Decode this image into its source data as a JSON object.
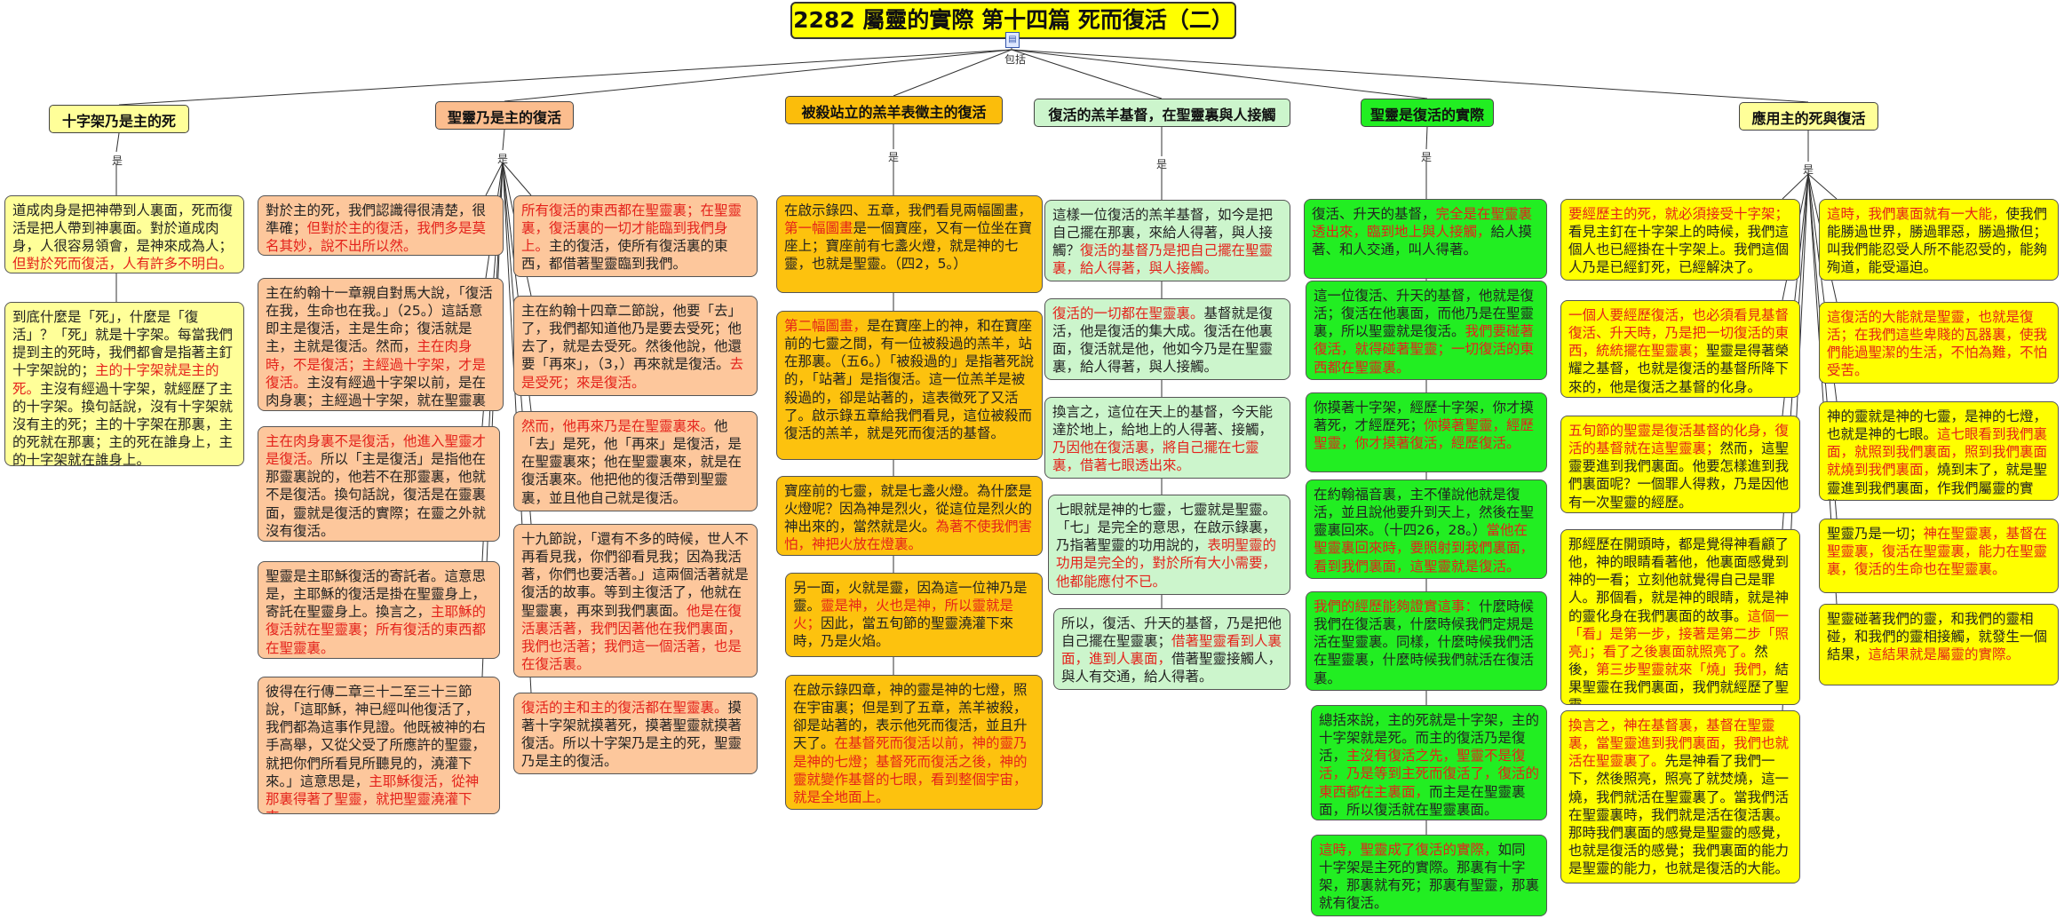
{
  "title": "2282 屬靈的實際 第十四篇  死而復活（二）",
  "root_relation": "包括",
  "branch_relation": "是",
  "branches": [
    {
      "header": "十字架乃是主的死",
      "boxes": [
        [
          {
            "t": "道成肉身是把神帶到人裏面，死而復活是把人帶到神裏面。對於道成肉身，人很容易領會，是神來成為人；"
          },
          {
            "t": "但對於死而復活，人有許多不明白。",
            "r": true
          }
        ],
        [
          {
            "t": "到底什麼是「死」，什麼是「復活」？「死」就是十字架。每當我們提到主的死時，我們都會是指著主釘十字架說的；"
          },
          {
            "t": "主的十字架就是主的死。",
            "r": true
          },
          {
            "t": "主沒有經過十字架，就經歷了主的十字架。換句話說，沒有十字架就沒有主的死；主的十字架在那裏，主的死就在那裏；主的死在誰身上，主的十字架就在誰身上。"
          }
        ]
      ]
    },
    {
      "header": "聖靈乃是主的復活",
      "boxes": [
        [
          {
            "t": "對於主的死，我們認識得很清楚，很準確；"
          },
          {
            "t": "但對於主的復活，我們多是莫名其妙，說不出所以然。",
            "r": true
          }
        ],
        [
          {
            "t": "主在約翰十一章親自對馬大說，「復活在我，生命也在我。」（25。）這話意即主是復活，主是生命；復活就是主，主就是復活。然而，"
          },
          {
            "t": "主在肉身時，不是復活；主經過十字架，才是復活。",
            "r": true
          },
          {
            "t": "主沒有經過十字架以前，是在肉身裏；主經過十字架，就在聖靈裏了。"
          }
        ]
      ]
    },
    {
      "header": "被殺站立的羔羊表徵主的復活",
      "boxes": []
    },
    {
      "header": "復活的羔羊基督，在聖靈裏與人接觸",
      "boxes": []
    },
    {
      "header": "聖靈是復活的實際",
      "boxes": []
    },
    {
      "header": "應用主的死與復活",
      "boxes": []
    }
  ],
  "col2b": [
    [
      {
        "t": "主在肉身裏不是復活，他進入聖靈才是復活。",
        "r": true
      },
      {
        "t": "所以「主是復活」是指他在那靈裏說的，他若不在那靈裏，他就不是復活。換句話說，復活是在靈裏面，靈就是復活的實際；在靈之外就沒有復活。"
      }
    ],
    [
      {
        "t": "聖靈是主耶穌復活的寄託者。這意思是，主耶穌的復活是掛在聖靈身上，寄託在聖靈身上。換言之，"
      },
      {
        "t": "主耶穌的復活就在聖靈裏；所有復活的東西都在聖靈裏。",
        "r": true
      }
    ],
    [
      {
        "t": "彼得在行傳二章三十二至三十三節說，「這耶穌，神已經叫他復活了，我們都為這事作見證。他既被神的右手高舉，又從父受了所應許的聖靈，就把你們所看見所聽見的，澆灌下來。」這意思是，"
      },
      {
        "t": "主耶穌復活，從神那裏得著了聖靈，就把聖靈澆灌下來。",
        "r": true
      }
    ]
  ],
  "col3": [
    [
      {
        "t": "所有復活的東西都在聖靈裏；在聖靈裏，復活裏的一切才能臨到我們身上。",
        "r": true
      },
      {
        "t": "主的復活，使所有復活裏的東西，都借著聖靈臨到我們。"
      }
    ],
    [
      {
        "t": "主在約翰十四章二節說，他要「去」了，我們都知道他乃是要去受死；他去了，就是去受死。然後他說，他還要「再來」，（3，）再來就是復活。"
      },
      {
        "t": "去是受死；來是復活。",
        "r": true
      }
    ],
    [
      {
        "t": "然而，他再來乃是在聖靈裏來。",
        "r": true
      },
      {
        "t": "他「去」是死，他「再來」是復活，是在聖靈裏來；他在聖靈裏來，就是在復活裏來。他把他的復活帶到聖靈裏，並且他自己就是復活。"
      }
    ],
    [
      {
        "t": "十九節說，「還有不多的時候，世人不再看見我，你們卻看見我；因為我活著，你們也要活著。」這兩個活著就是復活的故事。等到主復活了，他就在聖靈裏，再來到我們裏面。"
      },
      {
        "t": "他是在復活裏活著，我們因著他在我們裏面，我們也活著；我們這一個活著，也是在復活裏。",
        "r": true
      }
    ],
    [
      {
        "t": "復活的主和主的復活都在聖靈裏。",
        "r": true
      },
      {
        "t": "摸著十字架就摸著死，摸著聖靈就摸著復活。所以十字架乃是主的死，聖靈乃是主的復活。"
      }
    ]
  ],
  "col4": [
    [
      {
        "t": "在啟示錄四、五章，我們看見兩幅圖畫，"
      },
      {
        "t": "第一幅圖畫",
        "r": true
      },
      {
        "t": "是一個寶座，又有一位坐在寶座上；寶座前有七盞火燈，就是神的七靈，也就是聖靈。（四2，5。）"
      }
    ],
    [
      {
        "t": "第二幅圖畫，",
        "r": true
      },
      {
        "t": "是在寶座上的神，和在寶座前的七靈之間，有一位被殺過的羔羊，站在那裏。（五6。）「被殺過的」是指著死說的，「站著」是指復活。這一位羔羊是被殺過的，卻是站著的，這表徵死了又活了。啟示錄五章給我們看見，這位被殺而復活的羔羊，就是死而復活的基督。"
      }
    ],
    [
      {
        "t": "寶座前的七靈，就是七盞火燈。為什麼是火燈呢？因為神是烈火，從這位是烈火的神出來的，當然就是火。"
      },
      {
        "t": "為著不使我們害怕，神把火放在燈裏。",
        "r": true
      }
    ],
    [
      {
        "t": "另一面，火就是靈，因為這一位神乃是靈。"
      },
      {
        "t": "靈是神，火也是神，所以靈就是火；",
        "r": true
      },
      {
        "t": "因此，當五旬節的聖靈澆灌下來時，乃是火焰。"
      }
    ],
    [
      {
        "t": "在啟示錄四章，神的靈是神的七燈，照在宇宙裏；但是到了五章，羔羊被殺，卻是站著的，表示他死而復活，並且升天了。"
      },
      {
        "t": "在基督死而復活以前，神的靈乃是神的七燈；基督死而復活之後，神的靈就變作基督的七眼，看到整個宇宙，就是全地面上。",
        "r": true
      }
    ]
  ],
  "col5": [
    [
      {
        "t": "這樣一位復活的羔羊基督，如今是把自己擺在那裏，來給人得著，與人接觸？"
      },
      {
        "t": "復活的基督乃是把自己擺在聖靈裏，給人得著，與人接觸。",
        "r": true
      }
    ],
    [
      {
        "t": "復活的一切都在聖靈裏。",
        "r": true
      },
      {
        "t": "基督就是復活，他是復活的集大成。復活在他裏面，復活就是他，他如今乃是在聖靈裏，給人得著，與人接觸。"
      }
    ],
    [
      {
        "t": "換言之，這位在天上的基督，今天能達於地上，給地上的人得著、接觸，"
      },
      {
        "t": "乃因他在復活裏，將自己擺在七靈裏，借著七眼透出來。",
        "r": true
      }
    ],
    [
      {
        "t": "七眼就是神的七靈，七靈就是聖靈。「七」是完全的意思，在啟示錄裏，乃指著聖靈的功用說的，"
      },
      {
        "t": "表明聖靈的功用是完全的，對於所有大小需要，他都能應付不已。",
        "r": true
      }
    ],
    [
      {
        "t": "所以，復活、升天的基督，乃是把他自己擺在聖靈裏；"
      },
      {
        "t": "借著聖靈看到人裏面，進到人裏面，",
        "r": true
      },
      {
        "t": "借著聖靈接觸人，與人有交通，給人得著。"
      }
    ]
  ],
  "col6": [
    [
      {
        "t": "復活、升天的基督，"
      },
      {
        "t": "完全是在聖靈裏透出來，臨到地上與人接觸，",
        "r": true
      },
      {
        "t": "給人摸著、和人交通，叫人得著。"
      }
    ],
    [
      {
        "t": "這一位復活、升天的基督，他就是復活；復活在他裏面，而他乃是在聖靈裏，所以聖靈就是復活。"
      },
      {
        "t": "我們要碰著復活，就得碰著聖靈；一切復活的東西都在聖靈裏。",
        "r": true
      }
    ],
    [
      {
        "t": "你摸著十字架，經歷十字架，你才摸著死，才經歷死；"
      },
      {
        "t": "你摸著聖靈，經歷聖靈，你才摸著復活，經歷復活。",
        "r": true
      }
    ],
    [
      {
        "t": "在約翰福音裏，主不僅說他就是復活，並且說他要升到天上，然後在聖靈裏回來。（十四26，28。）"
      },
      {
        "t": "當他在聖靈裏回來時，要照射到我們裏面，看到我們裏面，這聖靈就是復活。",
        "r": true
      }
    ],
    [
      {
        "t": "我們的經歷能夠證實這事：",
        "r": true
      },
      {
        "t": "什麼時候我們在復活裏，什麼時候我們定規是活在聖靈裏。同樣，什麼時候我們活在聖靈裏，什麼時候我們就活在復活裏。"
      }
    ],
    [
      {
        "t": "總括來說，主的死就是十字架，主的十字架就是死。而主的復活乃是復活，"
      },
      {
        "t": "主沒有復活之先，聖靈不是復活，乃是等到主死而復活了，復活的東西都在主裏面，",
        "r": true
      },
      {
        "t": "而主是在聖靈裏面，所以復活就在聖靈裏面。"
      }
    ],
    [
      {
        "t": "這時，聖靈成了復活的實際，",
        "r": true
      },
      {
        "t": "如同十字架是主死的實際。那裏有十字架，那裏就有死；那裏有聖靈，那裏就有復活。"
      }
    ]
  ],
  "col7a": [
    [
      {
        "t": "要經歷主的死，就必須接受十字架；",
        "r": true
      },
      {
        "t": "看見主釘在十字架上的時候，我們這個人也已經掛在十字架上。我們這個人乃是已經釘死，已經解決了。"
      }
    ],
    [
      {
        "t": "一個人要經歷復活，也必須看見基督復活、升天時，乃是把一切復活的東西，統統擺在聖靈裏；",
        "r": true
      },
      {
        "t": "聖靈是得著榮耀之基督，也就是復活的基督所降下來的，他是復活之基督的化身。"
      }
    ],
    [
      {
        "t": "五旬節的聖靈是復活基督的化身，復活的基督就在這聖靈裏；",
        "r": true
      },
      {
        "t": "然而，這聖靈要進到我們裏面。他要怎樣進到我們裏面呢？一個罪人得救，乃是因他有一次聖靈的經歷。"
      }
    ],
    [
      {
        "t": "那經歷在開頭時，都是覺得神看顧了他，神的眼睛看著他，他裏面感覺到神的一看；立刻他就覺得自己是罪人。那個看，就是神的眼睛，就是神的靈化身在我們裏面的故事。"
      },
      {
        "t": "這個一「看」是第一步，接著是第二步「照亮」；看了之後裏面就照亮了。",
        "r": true
      },
      {
        "t": "然後，"
      },
      {
        "t": "第三步聖靈就來「燒」我們，",
        "r": true
      },
      {
        "t": "結果聖靈在我們裏面，我們就經歷了聖靈。"
      }
    ],
    [
      {
        "t": "換言之，神在基督裏，基督在聖靈裏，當聖靈進到我們裏面，我們也就活在聖靈裏了。",
        "r": true
      },
      {
        "t": "先是神看了我們一下，然後照亮，照亮了就焚燒，這一燒，我們就活在聖靈裏了。當我們活在聖靈裏時，我們就是活在復活裏。那時我們裏面的感覺是聖靈的感覺，也就是復活的感覺；我們裏面的能力是聖靈的能力，也就是復活的大能。"
      }
    ]
  ],
  "col7b": [
    [
      {
        "t": "這時，我們裏面就有一大能，",
        "r": true
      },
      {
        "t": "使我們能勝過世界，勝過罪惡，勝過撒但；叫我們能忍受人所不能忍受的，能夠殉道，能受逼迫。"
      }
    ],
    [
      {
        "t": "這復活的大能就是聖靈，也就是復活；在我們這些卑賤的瓦器裏，使我們能過聖潔的生活，不怕為難，不怕受苦。",
        "r": true
      }
    ],
    [
      {
        "t": "神的靈就是神的七靈，是神的七燈，也就是神的七眼。"
      },
      {
        "t": "這七眼看到我們裏面，就照到我們裏面，照到我們裏面就燒到我們裏面，",
        "r": true
      },
      {
        "t": "燒到末了，就是聖靈進到我們裏面，作我們屬靈的實際。"
      }
    ],
    [
      {
        "t": "聖靈乃是一切；"
      },
      {
        "t": "神在聖靈裏，基督在聖靈裏，復活在聖靈裏，能力在聖靈裏，復活的生命也在聖靈裏。",
        "r": true
      }
    ],
    [
      {
        "t": "聖靈碰著我們的靈，和我們的靈相碰，和我們的靈相接觸，就發生一個結果，"
      },
      {
        "t": "這結果就是屬靈的實際。",
        "r": true
      }
    ]
  ],
  "colors": {
    "title": "#ffff00",
    "col1": "#ffff99",
    "col2": "#fdc79c",
    "col3": "#fdc20e",
    "col4": "#ccf5cc",
    "col5": "#22ee22",
    "col6": "#ffff00",
    "red_text": "#e4221b"
  }
}
